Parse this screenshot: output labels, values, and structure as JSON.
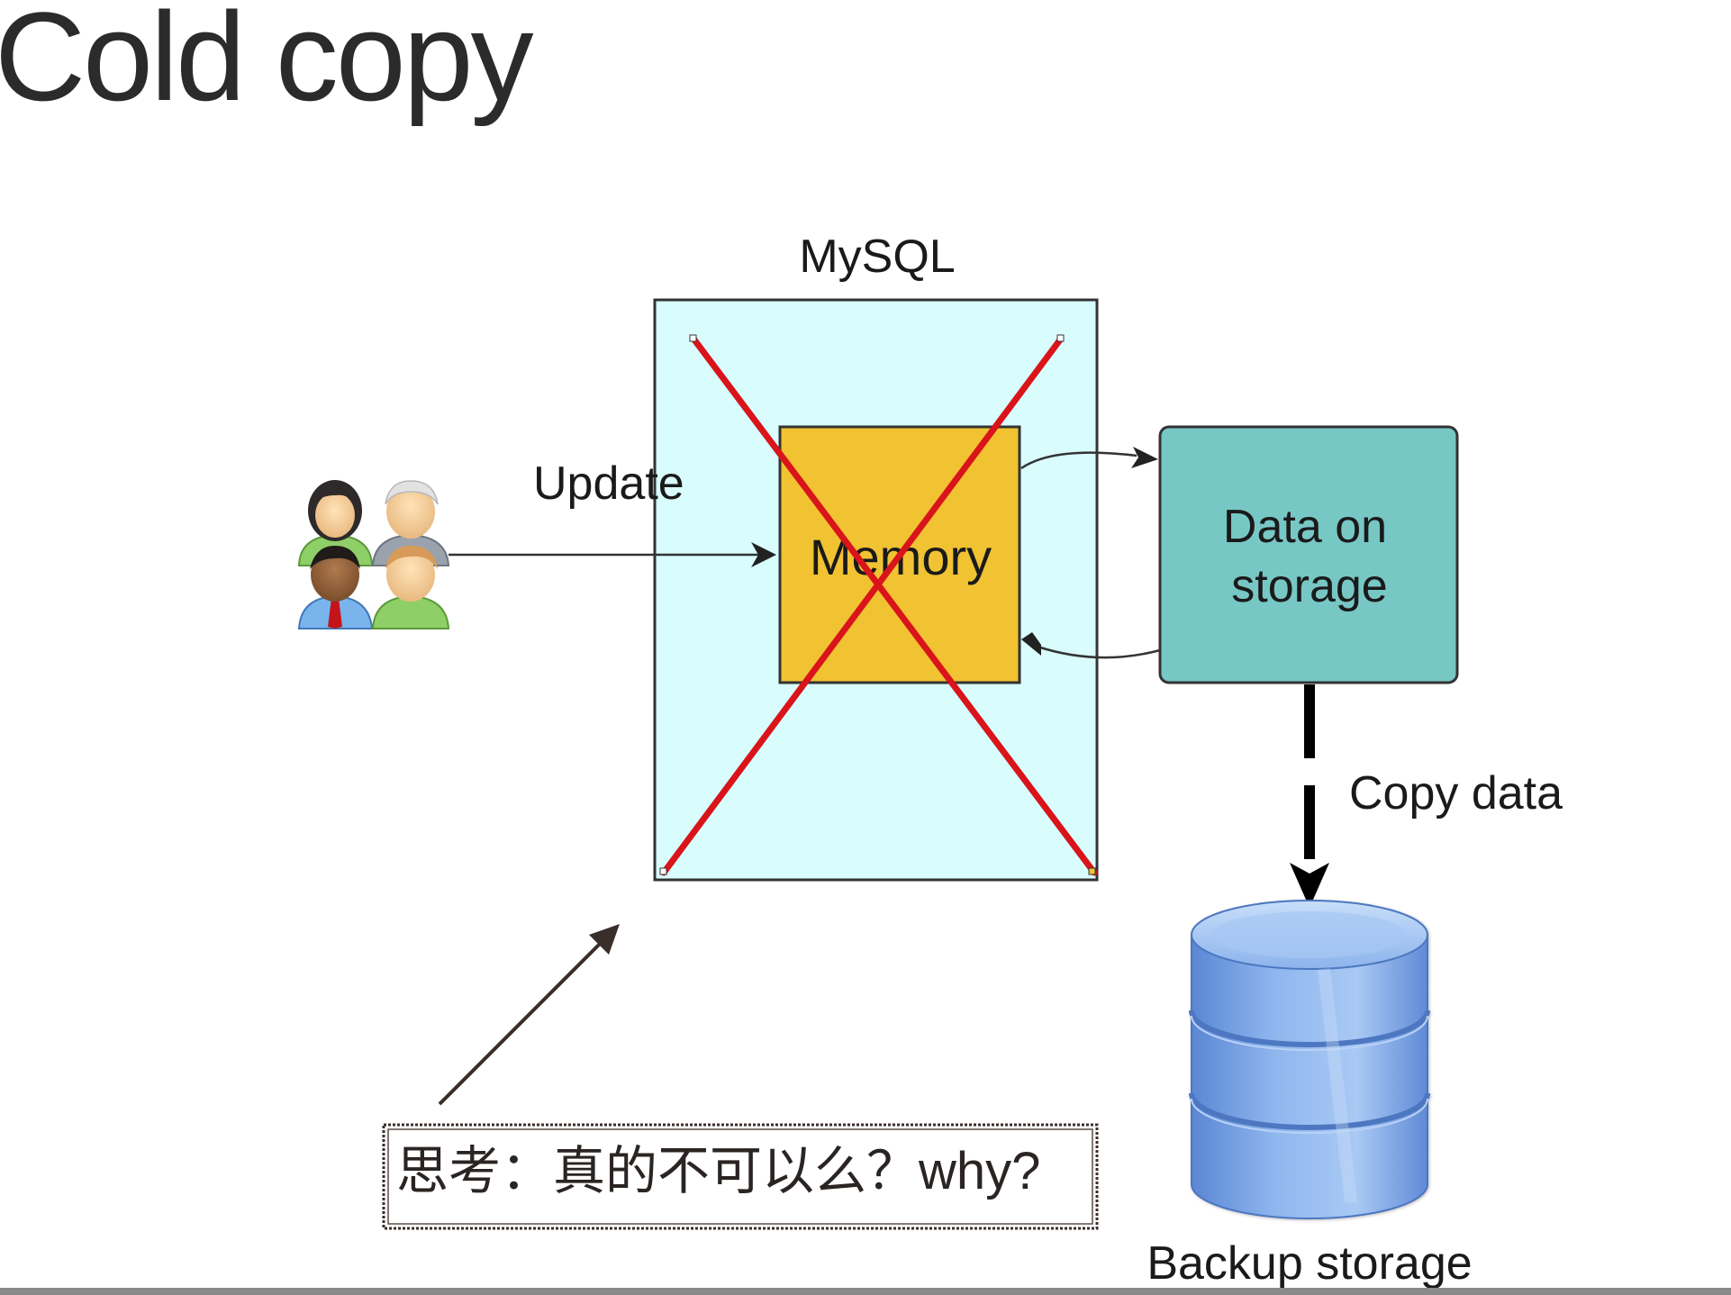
{
  "slide": {
    "title": "Cold copy"
  },
  "diagram": {
    "mysql_label": "MySQL",
    "update_label": "Update",
    "memory_label": "Memory",
    "storage_label_line1": "Data on",
    "storage_label_line2": "storage",
    "copy_label": "Copy data",
    "backup_label": "Backup storage",
    "note_text": "思考：真的不可以么？why?"
  },
  "colors": {
    "mysql_fill": "#d9fcfd",
    "memory_fill": "#f1c232",
    "storage_fill": "#77c7c5",
    "cross_color": "#d9141b",
    "database_blue": "#7ea8e6",
    "text_dark": "#1a1a1a"
  },
  "icons": {
    "users": "users-group-icon",
    "database": "database-cylinder-icon",
    "cross": "red-x-cross-icon"
  }
}
